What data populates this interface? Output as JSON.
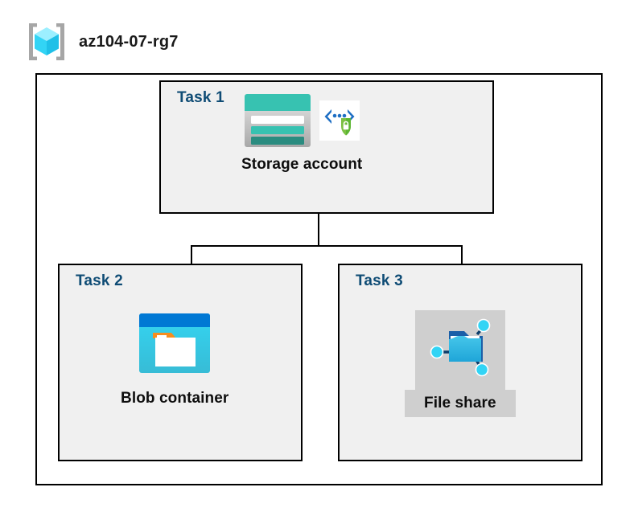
{
  "header": {
    "icon": "resource-group-icon",
    "title": "az104-07-rg7"
  },
  "resource_group": {
    "name": "az104-07-rg7",
    "border_color": "#000000",
    "background": "#ffffff"
  },
  "colors": {
    "task_label": "#0f4c75",
    "task_box_fill": "#f0f0f0",
    "caption_shade": "#cfcfcf",
    "storage_teal": "#37c2b1",
    "storage_teal_dark": "#2a8c80",
    "blob_blue": "#0078d4",
    "blob_cyan": "#32d4f5",
    "blob_orange": "#f78d1e",
    "file_share_blue": "#32bedd",
    "shield_green": "#5cb531",
    "chevron_blue": "#1f6fc4"
  },
  "tasks": [
    {
      "id": "task-1",
      "label": "Task 1",
      "resource": {
        "id": "storage-account",
        "caption": "Storage account",
        "icon": "storage-account-icon",
        "badge_icon": "secure-endpoint-shield-icon",
        "caption_shaded": false
      }
    },
    {
      "id": "task-2",
      "label": "Task 2",
      "resource": {
        "id": "blob-container",
        "caption": "Blob container",
        "icon": "blob-container-icon",
        "badge_icon": null,
        "caption_shaded": false
      }
    },
    {
      "id": "task-3",
      "label": "Task 3",
      "resource": {
        "id": "file-share",
        "caption": "File share",
        "icon": "file-share-icon",
        "badge_icon": null,
        "caption_shaded": true
      }
    }
  ],
  "connectors": [
    {
      "id": "storage-to-branch",
      "from": "storage-account",
      "to": "branch-point"
    },
    {
      "id": "branch-to-blob",
      "from": "branch-point",
      "to": "blob-container"
    },
    {
      "id": "branch-to-file",
      "from": "branch-point",
      "to": "file-share"
    }
  ]
}
